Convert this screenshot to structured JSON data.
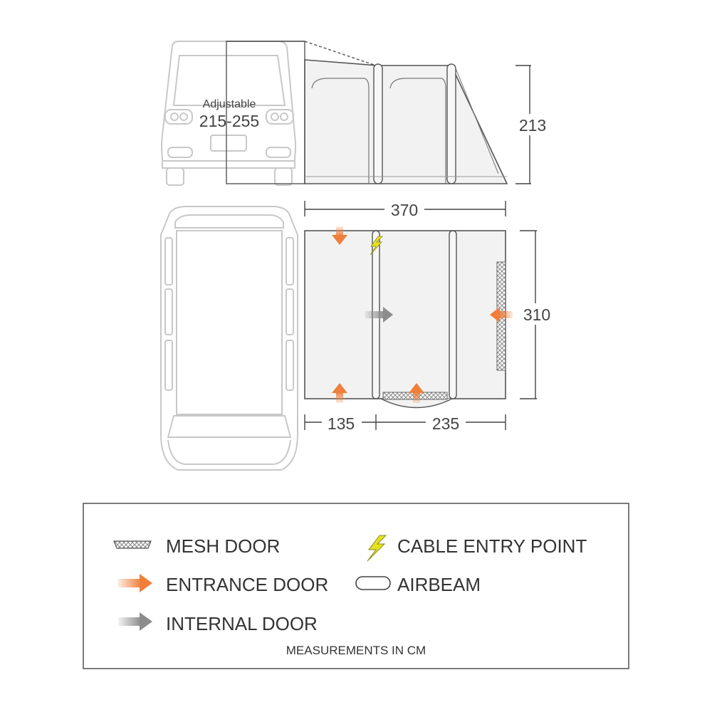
{
  "side_view": {
    "adjustable_label": "Adjustable",
    "adjustable_value": "215-255",
    "height_label": "213"
  },
  "plan_view": {
    "width_total": "370",
    "depth": "310",
    "width_left": "135",
    "width_right": "235"
  },
  "legend": {
    "mesh_door": "MESH DOOR",
    "cable_entry_point": "CABLE ENTRY POINT",
    "entrance_door": "ENTRANCE DOOR",
    "airbeam": "AIRBEAM",
    "internal_door": "INTERNAL DOOR",
    "units_note": "MEASUREMENTS IN CM"
  },
  "colors": {
    "entrance_door": "#f07f3c",
    "internal_door": "#8c8c8c",
    "cable_entry": "#e6e21e",
    "mesh": "#888888",
    "vehicle_outline": "#c8c8c8",
    "awning_outline": "#555555",
    "awning_fill": "#f2f2f2"
  },
  "icons": [
    "mesh-door-icon",
    "cable-entry-icon",
    "entrance-door-arrow-icon",
    "airbeam-icon",
    "internal-door-arrow-icon"
  ]
}
